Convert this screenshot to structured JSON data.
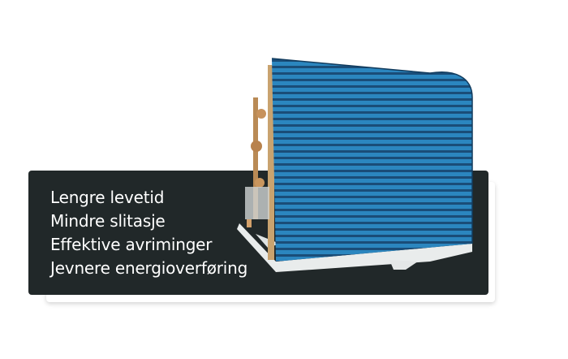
{
  "features": [
    "Lengre levetid",
    "Mindre slitasje",
    "Effektive avriminger",
    "Jevnere energioverføring"
  ],
  "colors": {
    "panel": "#212829",
    "coil_blue": "#2a7fb8",
    "coil_dark": "#1b4f7a",
    "text": "#ffffff"
  }
}
